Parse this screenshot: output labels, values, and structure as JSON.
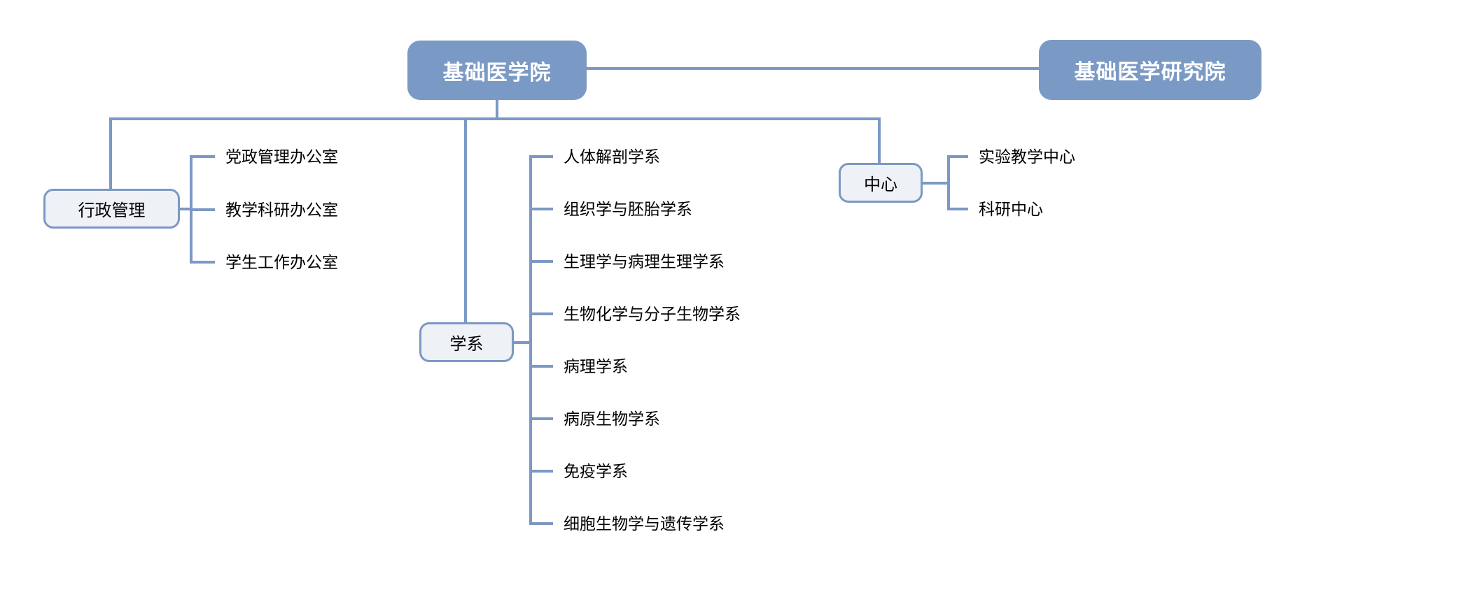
{
  "colors": {
    "accent-blue": "#7B99C5",
    "line-blue": "#7C98C4",
    "light-fill": "#EEF1F6",
    "text-dark": "#000000",
    "text-light": "#FFFFFF",
    "background": "#FFFFFF"
  },
  "root": {
    "label": "基础医学院"
  },
  "affiliate": {
    "label": "基础医学研究院"
  },
  "branches": [
    {
      "label": "行政管理",
      "children": [
        "党政管理办公室",
        "教学科研办公室",
        "学生工作办公室"
      ]
    },
    {
      "label": "学系",
      "children": [
        "人体解剖学系",
        "组织学与胚胎学系",
        "生理学与病理生理学系",
        "生物化学与分子生物学系",
        "病理学系",
        "病原生物学系",
        "免疫学系",
        "细胞生物学与遗传学系"
      ]
    },
    {
      "label": "中心",
      "children": [
        "实验教学中心",
        "科研中心"
      ]
    }
  ]
}
